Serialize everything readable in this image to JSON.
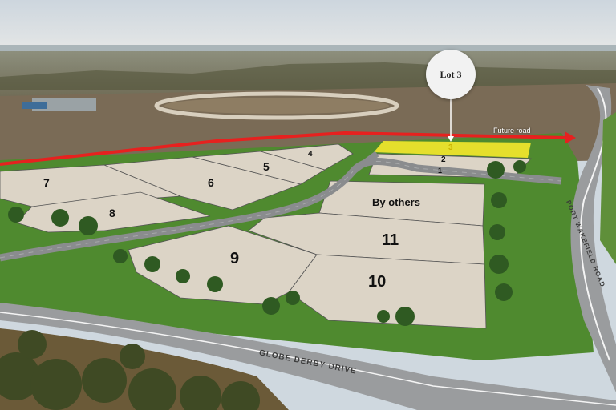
{
  "pin": {
    "label": "Lot 3"
  },
  "future_road_label": "Future road",
  "by_others_label": "By others",
  "roads": {
    "globe_derby": "GLOBE DERBY DRIVE",
    "port_wakefield": "PORT WAKEFIELD ROAD"
  },
  "lots": {
    "l1": "1",
    "l2": "2",
    "l3": "3",
    "l4": "4",
    "l5": "5",
    "l6": "6",
    "l7": "7",
    "l8": "8",
    "l9": "9",
    "l10": "10",
    "l11": "11"
  },
  "colors": {
    "highlight_lot": "#f2e62c",
    "future_road": "#e6211f",
    "pad": "#dcd4c6",
    "grass": "#4f8a2f",
    "road": "#8a8c8e"
  }
}
